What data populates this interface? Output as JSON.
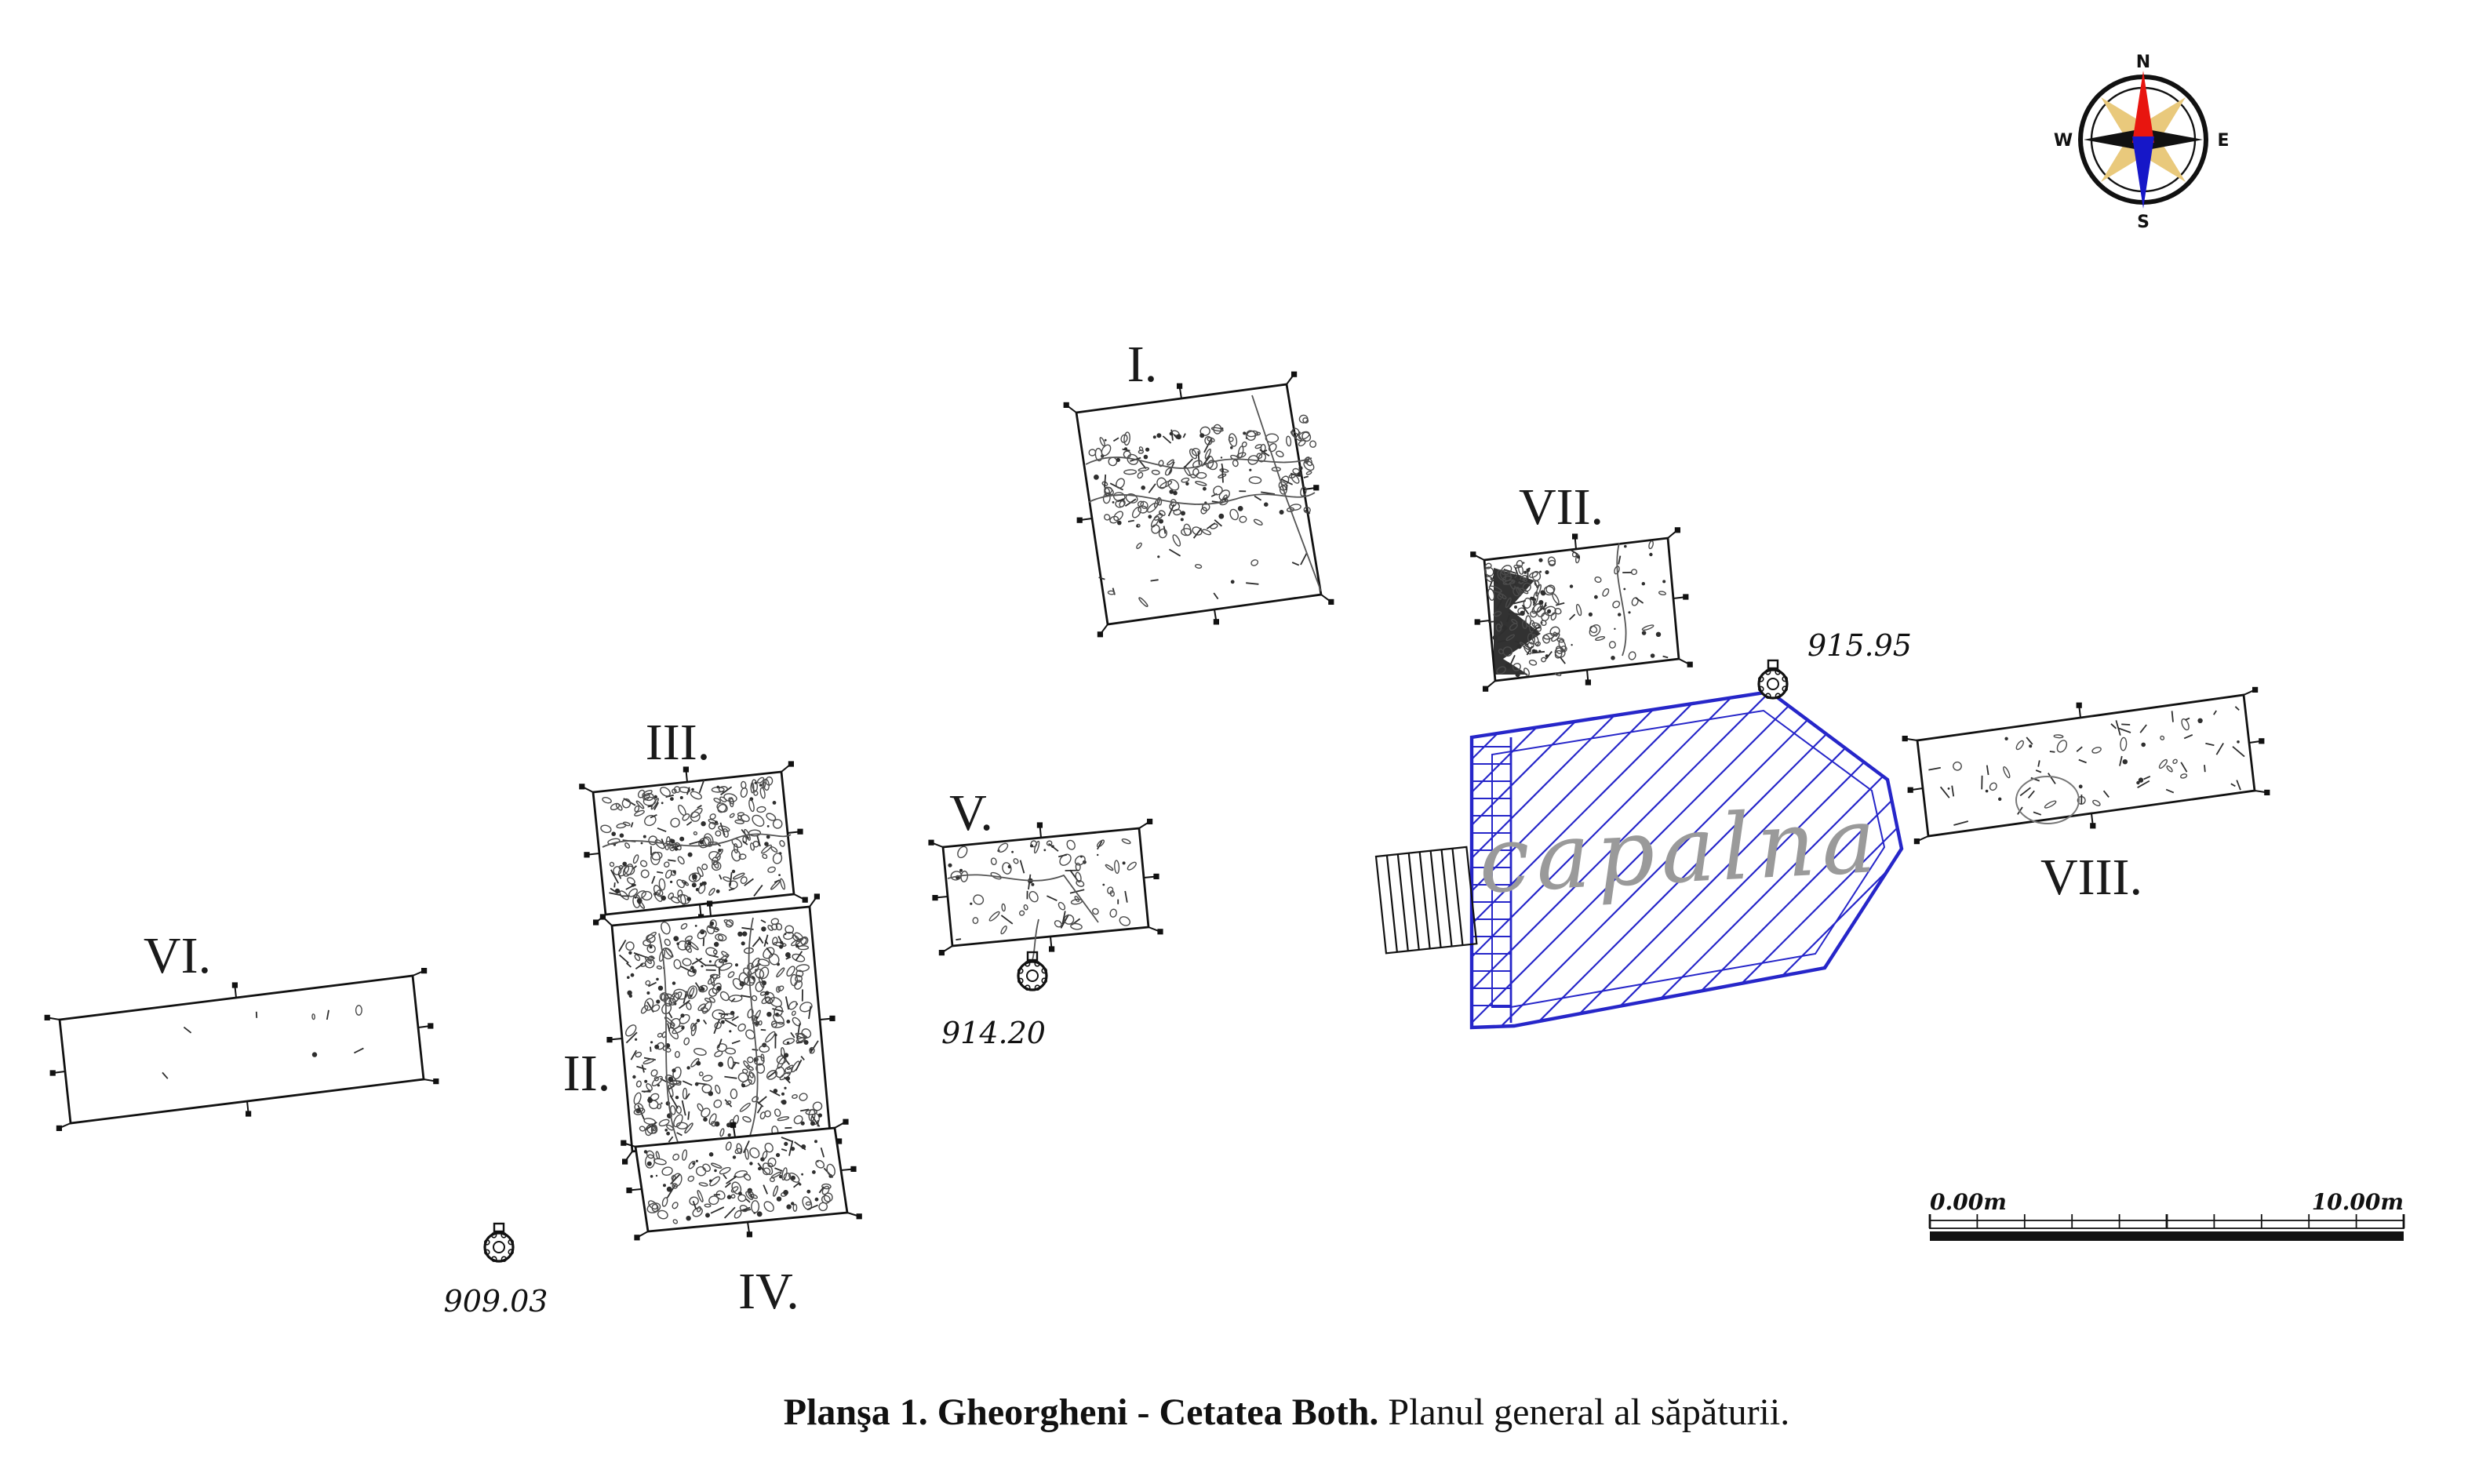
{
  "caption": {
    "bold": "Planşa 1. Gheorgheni - Cetatea Both.",
    "regular": " Planul general al săpăturii."
  },
  "labels": {
    "trench_i": "I.",
    "trench_ii": "II.",
    "trench_iii": "III.",
    "trench_iv": "IV.",
    "trench_v": "V.",
    "trench_vi": "VI.",
    "trench_vii": "VII.",
    "trench_viii": "VIII."
  },
  "elevations": {
    "marker_1": "915.95",
    "marker_2": "914.20",
    "marker_3": "909.03"
  },
  "site": {
    "label": "capalna"
  },
  "scale_bar": {
    "start": "0.00m",
    "end": "10.00m"
  },
  "compass": {
    "north": "N",
    "east": "E",
    "south": "S",
    "west": "W"
  },
  "colors": {
    "capalna_blue": "#2626c9",
    "north_red": "#e8150f",
    "south_blue": "#1617c8",
    "compass_gold": "#e9c97c",
    "script_gray": "#9a9a9a"
  }
}
